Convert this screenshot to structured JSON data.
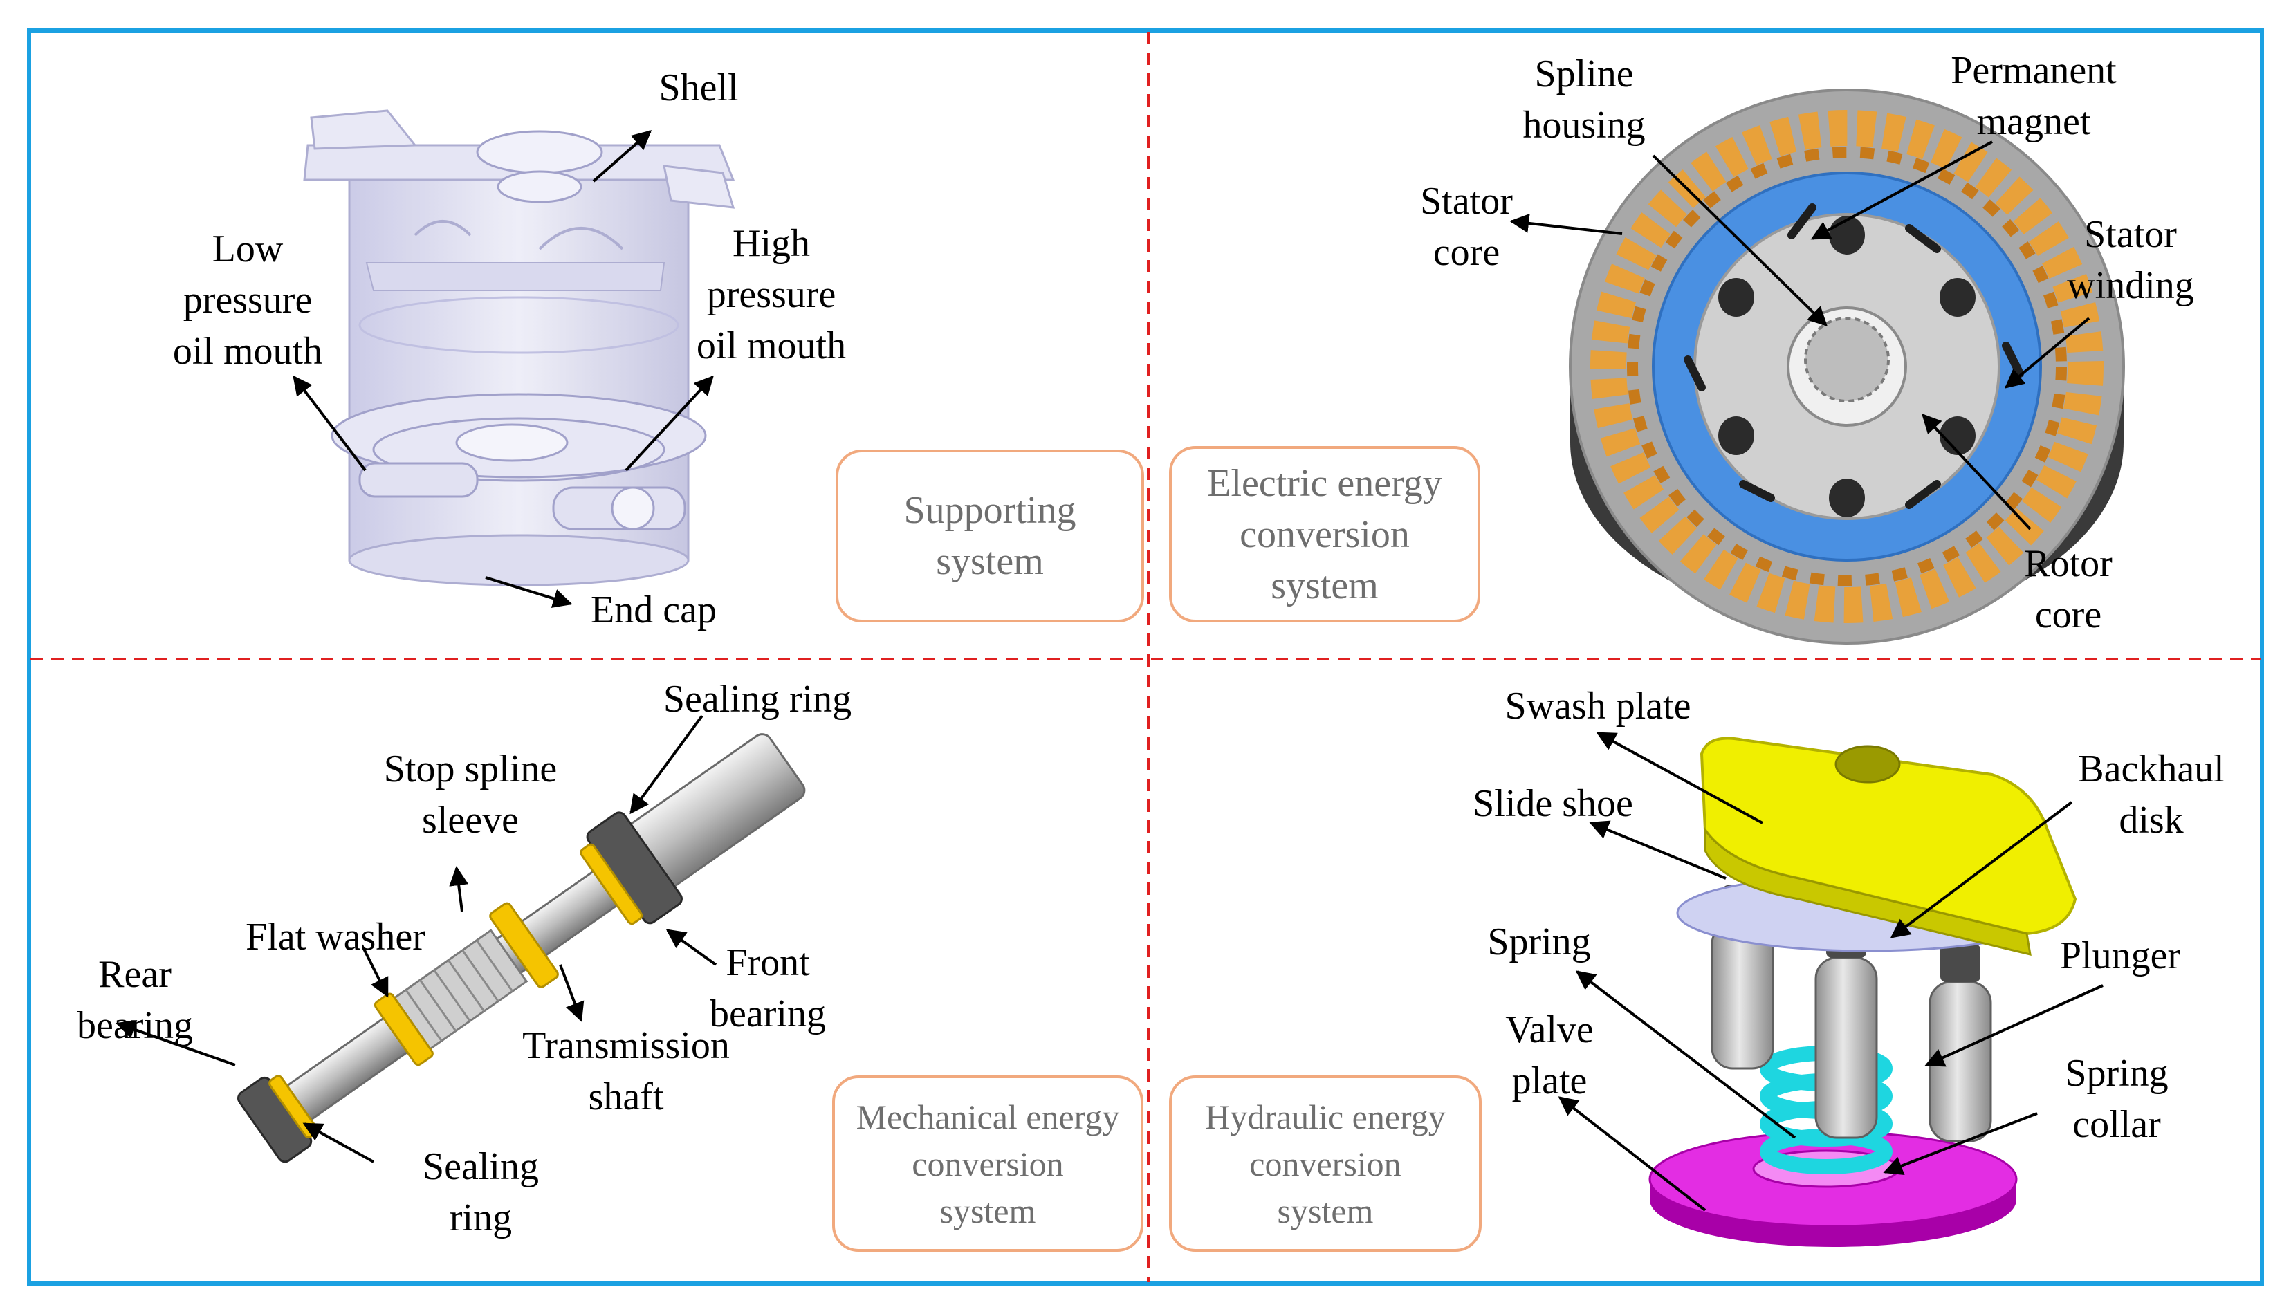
{
  "colors": {
    "frame": "#1ba1e2",
    "divider": "#e02020",
    "system_box_border": "#f1a97e",
    "system_text": "#6e6e6e"
  },
  "quadrants": {
    "supporting": {
      "system_label": "Supporting\nsystem",
      "labels": {
        "shell": "Shell",
        "low_pressure": "Low\npressure\noil mouth",
        "high_pressure": "High\npressure\noil mouth",
        "end_cap": "End cap"
      }
    },
    "electric": {
      "system_label": "Electric energy\nconversion\nsystem",
      "labels": {
        "spline_housing": "Spline\nhousing",
        "permanent_magnet": "Permanent\nmagnet",
        "stator_core": "Stator\ncore",
        "stator_winding": "Stator\nwinding",
        "rotor_core": "Rotor\ncore"
      }
    },
    "mechanical": {
      "system_label": "Mechanical energy\nconversion\nsystem",
      "labels": {
        "sealing_ring_top": "Sealing ring",
        "stop_spline_sleeve": "Stop spline\nsleeve",
        "flat_washer": "Flat washer",
        "rear_bearing": "Rear\nbearing",
        "front_bearing": "Front\nbearing",
        "transmission_shaft": "Transmission\nshaft",
        "sealing_ring_bottom": "Sealing\nring"
      }
    },
    "hydraulic": {
      "system_label": "Hydraulic energy\nconversion\nsystem",
      "labels": {
        "swash_plate": "Swash plate",
        "slide_shoe": "Slide shoe",
        "backhaul_disk": "Backhaul\ndisk",
        "spring": "Spring",
        "plunger": "Plunger",
        "valve_plate": "Valve\nplate",
        "spring_collar": "Spring\ncollar"
      }
    }
  }
}
